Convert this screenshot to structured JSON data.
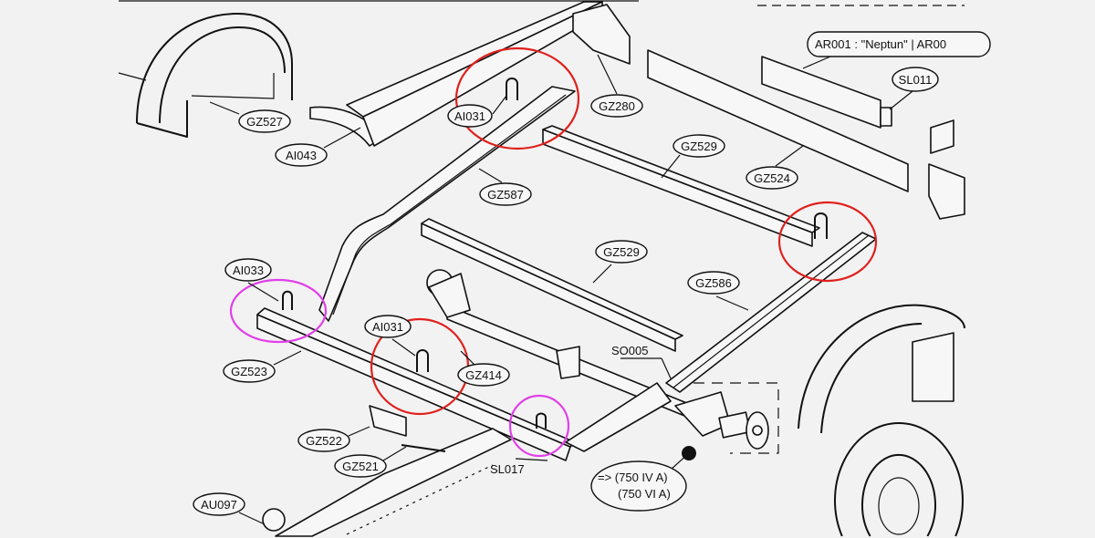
{
  "diagram": {
    "labels": {
      "gz527": "GZ527",
      "ai043": "AI043",
      "ai031_top": "AI031",
      "gz280": "GZ280",
      "gz587": "GZ587",
      "gz529_top": "GZ529",
      "gz524": "GZ524",
      "ar001": "AR001 : \"Neptun\"  |  AR00",
      "sl011": "SL011",
      "gz529_mid": "GZ529",
      "gz586": "GZ586",
      "ai033": "AI033",
      "ai031_mid": "AI031",
      "gz523": "GZ523",
      "gz414": "GZ414",
      "so005": "SO005",
      "gz522": "GZ522",
      "gz521": "GZ521",
      "sl017": "SL017",
      "au097": "AU097",
      "axle_line1": "=> (750 IV A)",
      "axle_line2": "(750 VI A)"
    },
    "highlight_colors": {
      "red": "#e0201c",
      "magenta": "#e040e8"
    }
  }
}
